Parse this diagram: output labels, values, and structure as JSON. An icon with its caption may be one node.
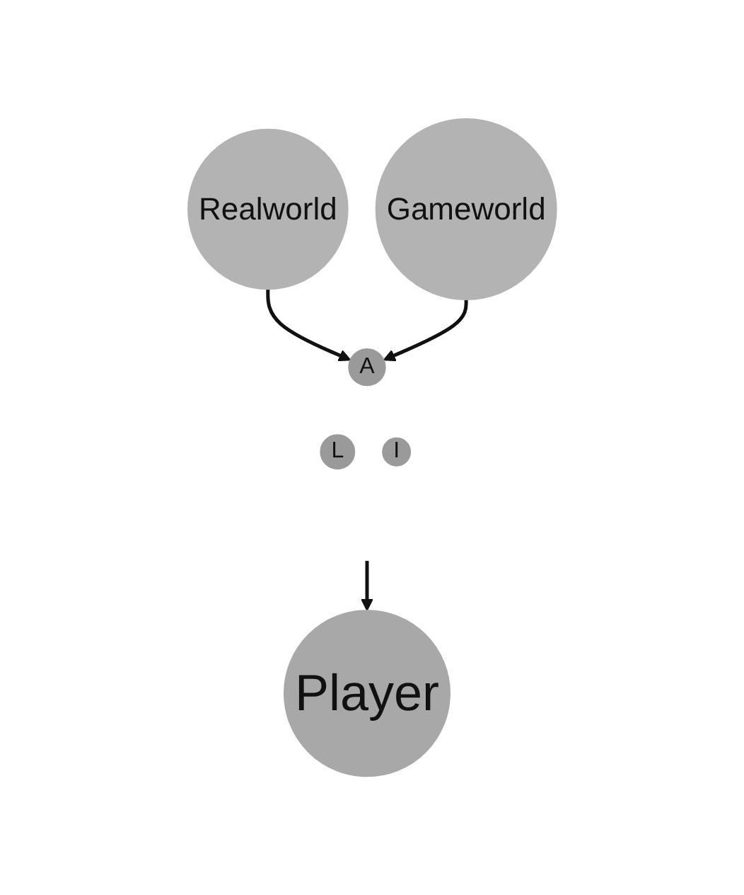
{
  "diagram": {
    "nodes": [
      {
        "text": [
          "Realworld"
        ]
      },
      {
        "text": [
          "Gameworld"
        ]
      },
      {
        "text": [
          "A"
        ]
      },
      {
        "text": [
          "L"
        ]
      },
      {
        "text": [
          "I"
        ]
      },
      {
        "text": [
          "Player"
        ]
      }
    ],
    "edges": [
      {
        "from": 0,
        "to": 2,
        "arrow": "to"
      },
      {
        "from": 1,
        "to": 2,
        "arrow": "to"
      },
      {
        "from": null,
        "to": 5,
        "arrow": "to"
      }
    ]
  }
}
